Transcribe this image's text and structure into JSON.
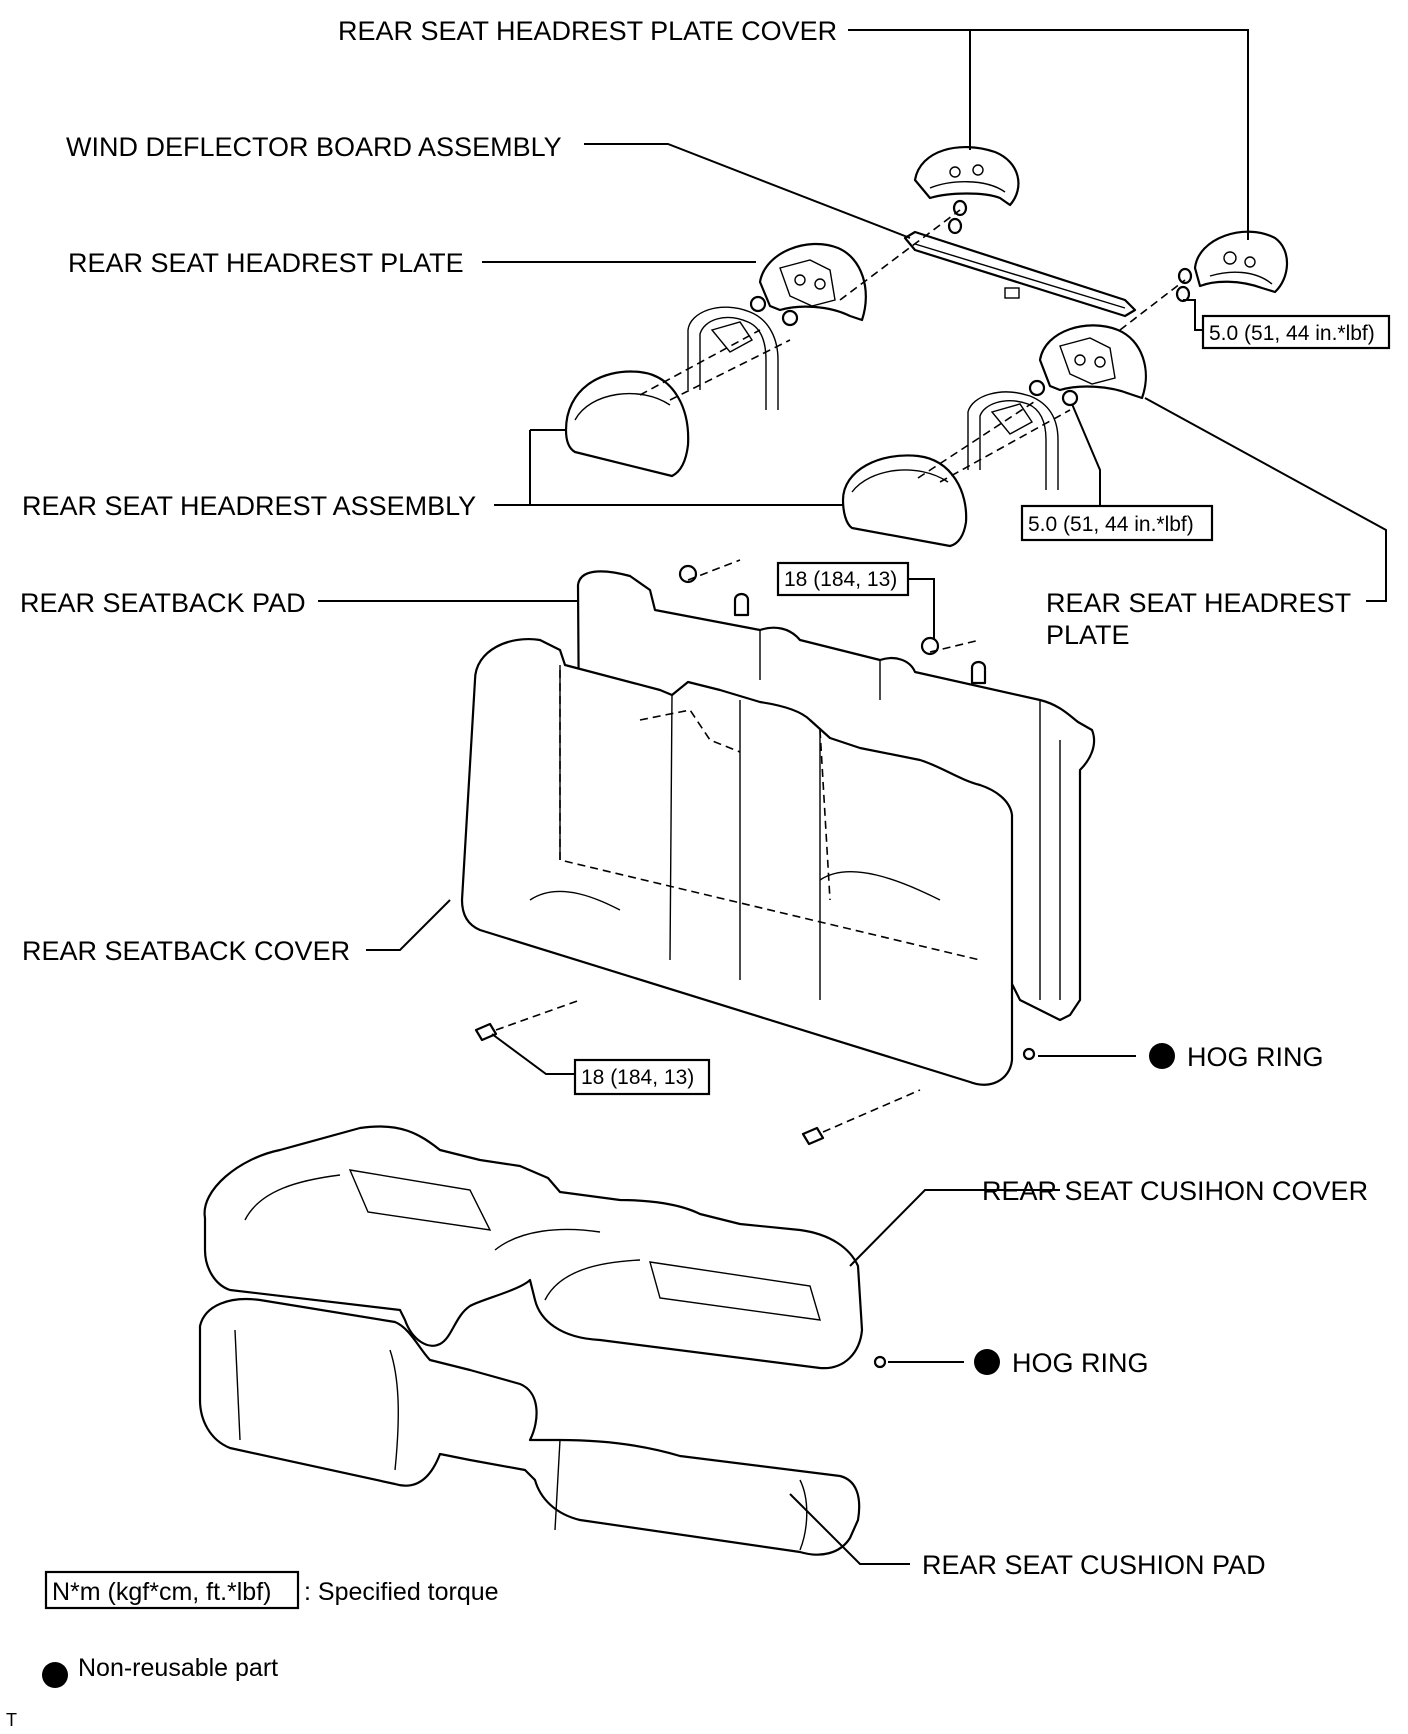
{
  "labels": {
    "headrest_plate_cover": "REAR SEAT HEADREST PLATE COVER",
    "wind_deflector": "WIND DEFLECTOR BOARD ASSEMBLY",
    "headrest_plate_left": "REAR SEAT HEADREST PLATE",
    "headrest_assembly": "REAR SEAT HEADREST ASSEMBLY",
    "seatback_pad": "REAR SEATBACK PAD",
    "headrest_plate_right_line1": "REAR SEAT HEADREST",
    "headrest_plate_right_line2": "PLATE",
    "seatback_cover": "REAR SEATBACK COVER",
    "hog_ring_upper": "HOG RING",
    "cushion_cover": "REAR SEAT CUSIHON COVER",
    "hog_ring_lower": "HOG RING",
    "cushion_pad": "REAR SEAT CUSHION PAD"
  },
  "torques": {
    "headrest_plate_cover_bolt": "5.0 (51, 44 in.*lbf)",
    "headrest_plate_nut": "5.0 (51, 44 in.*lbf)",
    "seatback_upper_nut": "18 (184, 13)",
    "seatback_lower_bolt": "18 (184, 13)"
  },
  "legend": {
    "torque_unit": "N*m (kgf*cm, ft.*lbf)",
    "torque_desc": ": Specified torque",
    "non_reusable": "Non-reusable part"
  },
  "corner_mark": "T"
}
